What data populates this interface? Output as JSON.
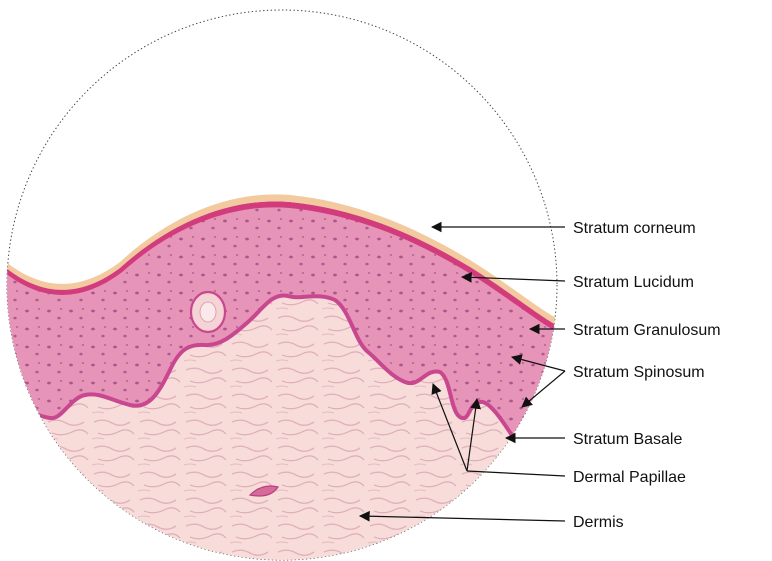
{
  "diagram": {
    "labels": {
      "corneum": "Stratum corneum",
      "lucidum": "Stratum Lucidum",
      "granulosum": "Stratum Granulosum",
      "spinosum": "Stratum Spinosum",
      "basale": "Stratum Basale",
      "papillae": "Dermal Papillae",
      "dermis": "Dermis"
    },
    "colors": {
      "dermis": "#f7dcd9",
      "dermis_fibers": "#d9a3b4",
      "epidermis": "#e694b8",
      "basal_layer": "#c8478f",
      "lucidum_layer": "#d23c7d",
      "corneum": "#f3caa0",
      "nuclei": "#9a3f7e",
      "leader_lines": "#111111"
    }
  }
}
